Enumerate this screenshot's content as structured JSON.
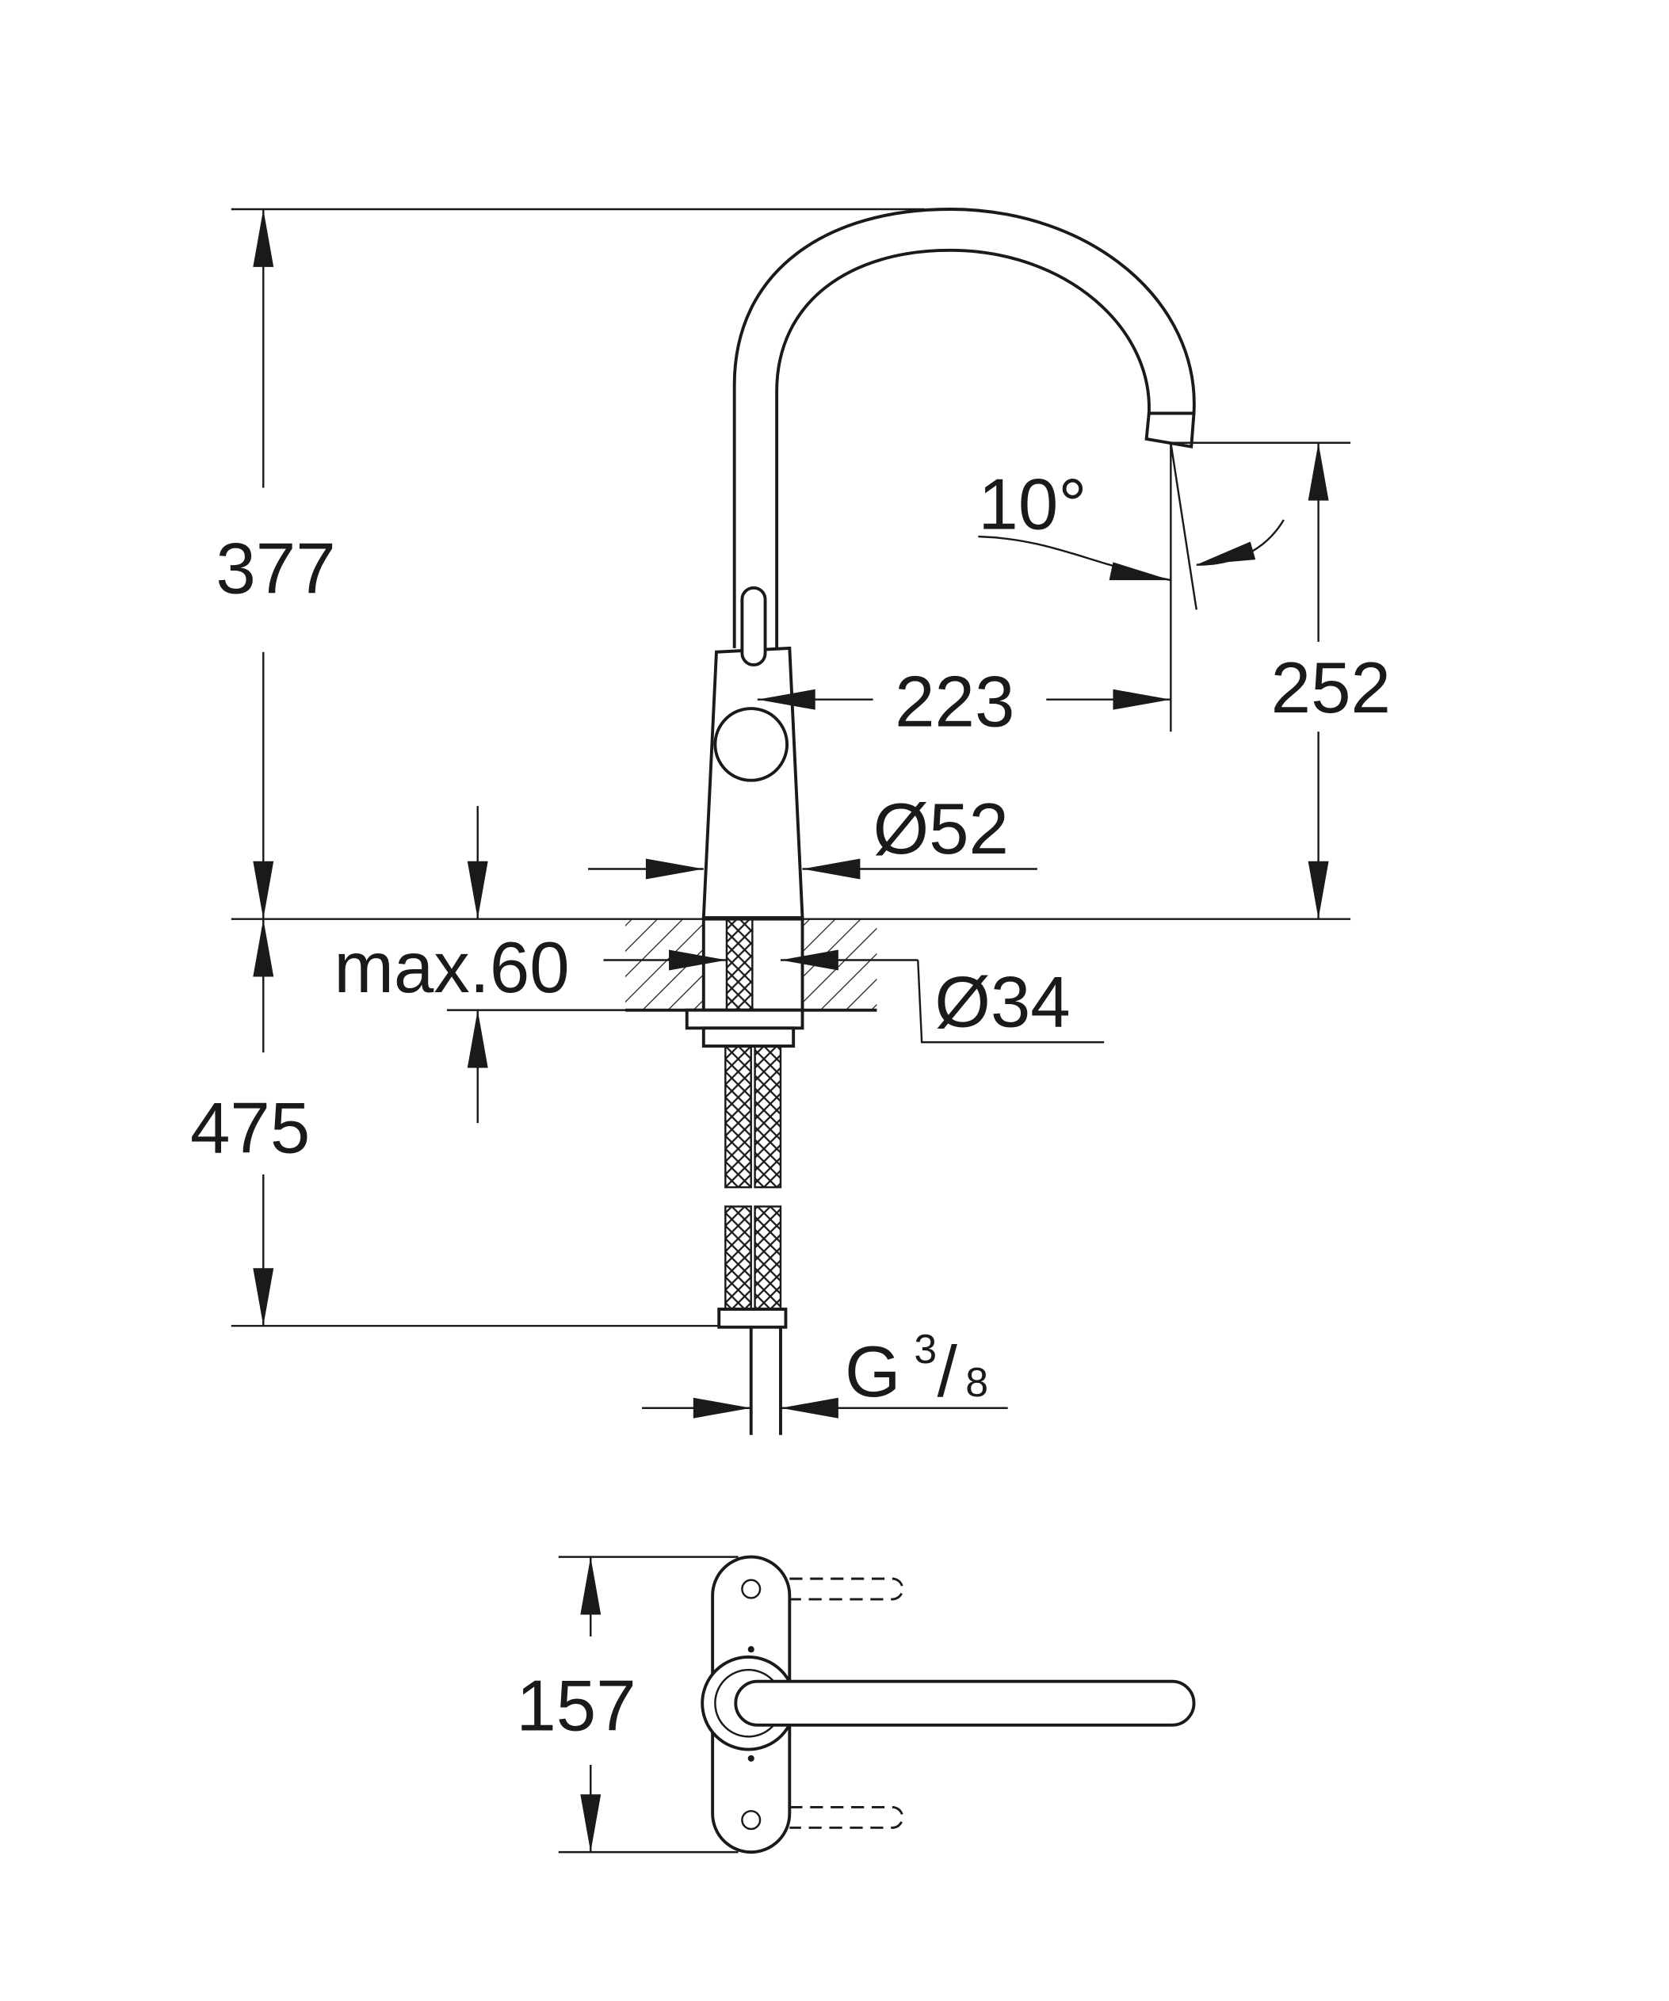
{
  "dimensions": {
    "total_height": "377",
    "spout_reach": "223",
    "spout_angle": "10°",
    "spout_height": "252",
    "body_diameter": "Ø52",
    "max_deck_thickness": "max.60",
    "hole_diameter": "Ø34",
    "hose_length": "475",
    "connection_thread": "G",
    "connection_thread_num": "3",
    "connection_thread_den": "8",
    "plan_width": "157"
  }
}
